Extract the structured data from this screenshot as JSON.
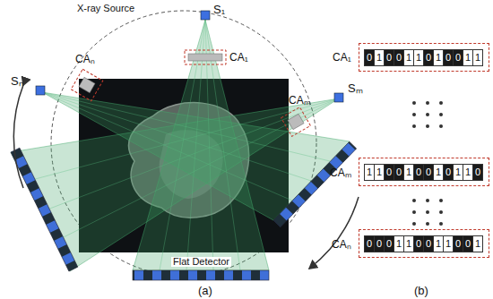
{
  "diagram": {
    "nodes": [
      {
        "text": [
          "CA₁",
          "0",
          "1",
          "0",
          "0",
          "1",
          "1",
          "0",
          "1",
          "0",
          "0",
          "1",
          "1"
        ]
      },
      {
        "text": [
          "CAₘ",
          "1",
          "1",
          "0",
          "0",
          "1",
          "0",
          "0",
          "1",
          "0",
          "1",
          "1",
          "0"
        ]
      },
      {
        "text": [
          "CAₙ",
          "0",
          "0",
          "0",
          "1",
          "1",
          "0",
          "0",
          "1",
          "1",
          "0",
          "0",
          "1"
        ]
      }
    ],
    "labels": [
      "X-ray Source",
      "S₁",
      "CA₁",
      "Sₙ",
      "CAₙ",
      "Sₘ",
      "CAₘ",
      "Flat Detector",
      "(a)",
      "(b)"
    ]
  }
}
